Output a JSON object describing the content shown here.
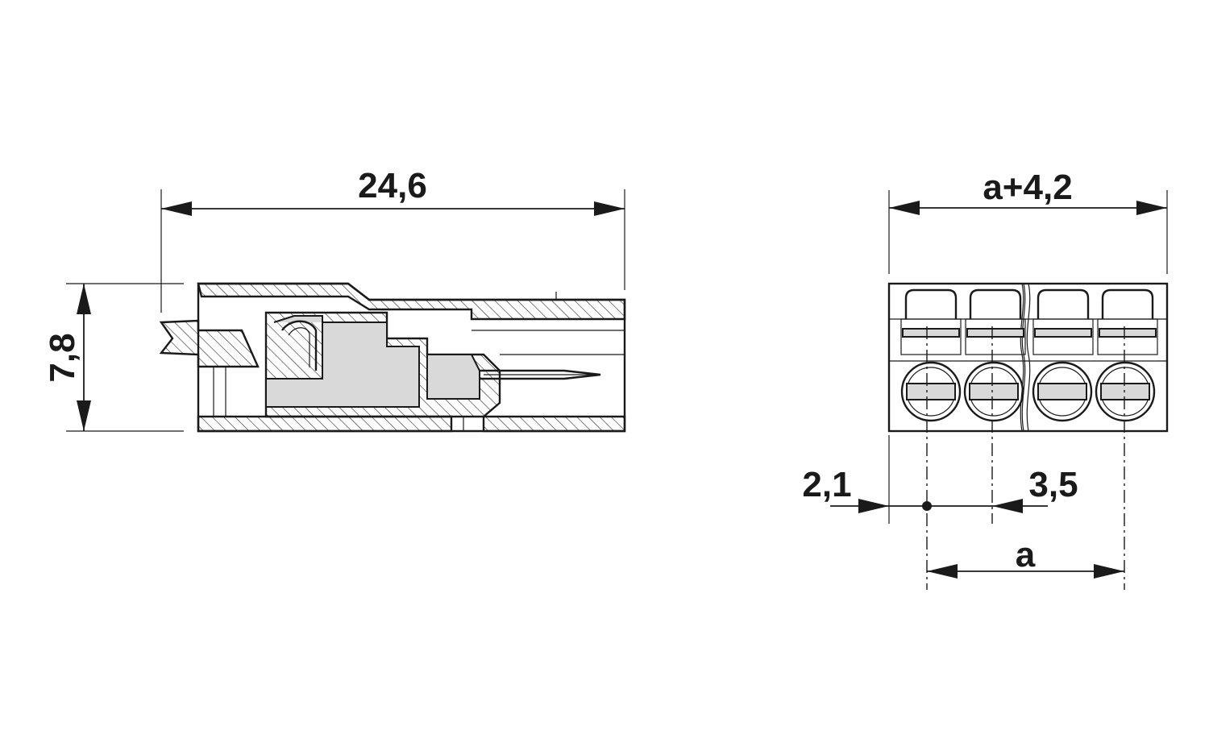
{
  "side_view": {
    "length_label": "24,6",
    "height_label": "7,8"
  },
  "front_view": {
    "width_label": "a+4,2",
    "offset_label": "2,1",
    "pitch_label": "3,5",
    "span_label": "a",
    "positions": 4
  },
  "colors": {
    "line": "#1a1a1a",
    "insert": "#d9d9d9",
    "background": "#ffffff"
  }
}
